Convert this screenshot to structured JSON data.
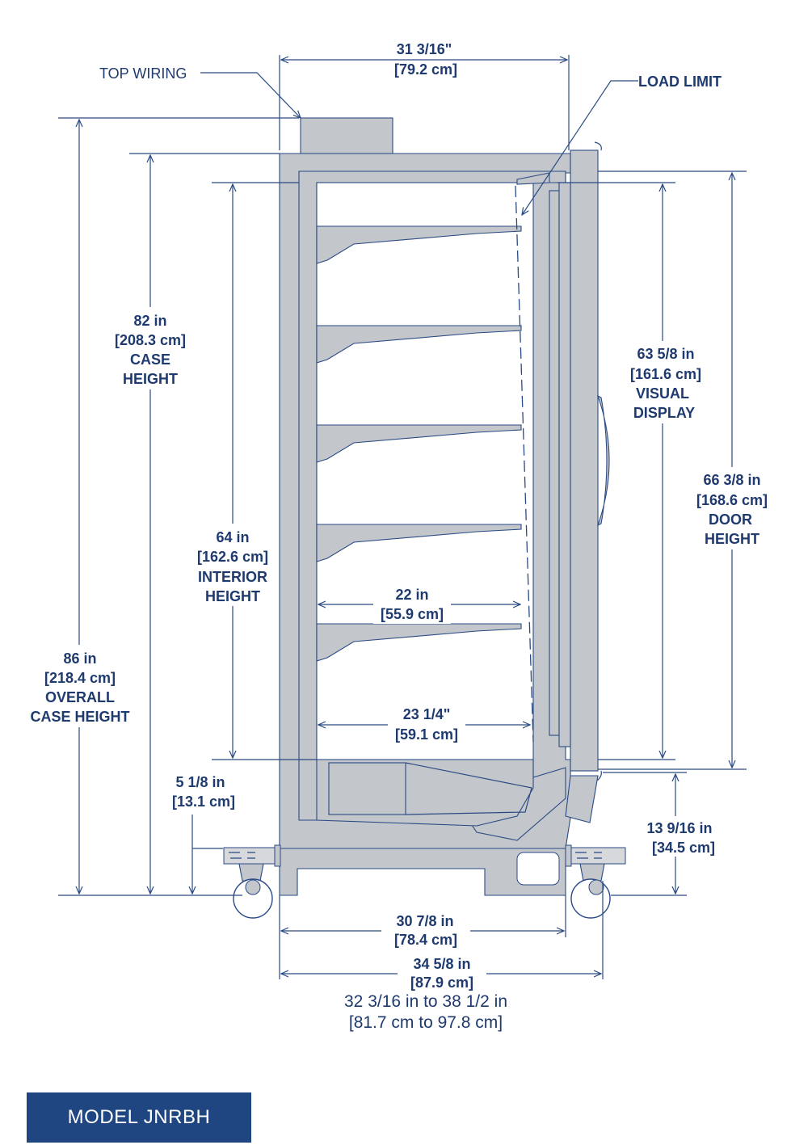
{
  "labels": {
    "top_wiring": "TOP WIRING",
    "load_limit": "LOAD LIMIT",
    "width_top": [
      "31 3/16\"",
      "[79.2 cm]"
    ],
    "case_height": [
      "82 in",
      "[208.3 cm]",
      "CASE",
      "HEIGHT"
    ],
    "overall_height": [
      "86 in",
      "[218.4 cm]",
      "OVERALL",
      "CASE HEIGHT"
    ],
    "interior_height": [
      "64 in",
      "[162.6 cm]",
      "INTERIOR",
      "HEIGHT"
    ],
    "visual_display": [
      "63 5/8 in",
      "[161.6 cm]",
      "VISUAL",
      "DISPLAY"
    ],
    "door_height": [
      "66 3/8 in",
      "[168.6 cm]",
      "DOOR",
      "HEIGHT"
    ],
    "shelf_depth": [
      "22 in",
      "[55.9 cm]"
    ],
    "bottom_depth": [
      "23 1/4\"",
      "[59.1 cm]"
    ],
    "base_height": [
      "5 1/8 in",
      "[13.1 cm]"
    ],
    "caster_height": [
      "13 9/16 in",
      "[34.5 cm]"
    ],
    "base_width": [
      "30 7/8 in",
      "[78.4 cm]"
    ],
    "overall_width": [
      "34 5/8 in",
      "[87.9 cm]"
    ],
    "door_open_range": [
      "32 3/16 in to 38 1/2 in",
      "[81.7 cm to 97.8 cm]"
    ]
  },
  "model": "MODEL JNRBH",
  "colors": {
    "line": "#2a4a85",
    "text": "#1e3a6e",
    "body": "#c3c6ca",
    "badge": "#1f4680"
  }
}
